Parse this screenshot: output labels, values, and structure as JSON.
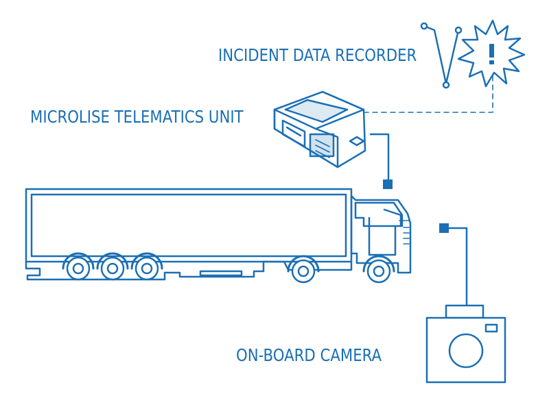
{
  "labels": {
    "incident_recorder": "INCIDENT DATA RECORDER",
    "telematics_unit": "MICROLISE TELEMATICS UNIT",
    "onboard_camera": "ON-BOARD CAMERA",
    "alert_glyph": "!"
  },
  "colors": {
    "primary": "#1a6fb5",
    "background": "#ffffff"
  },
  "icons": [
    "telematics-unit-icon",
    "incident-signal-icon",
    "starburst-alert-icon",
    "truck-trailer-icon",
    "camera-icon",
    "connector-icon"
  ]
}
